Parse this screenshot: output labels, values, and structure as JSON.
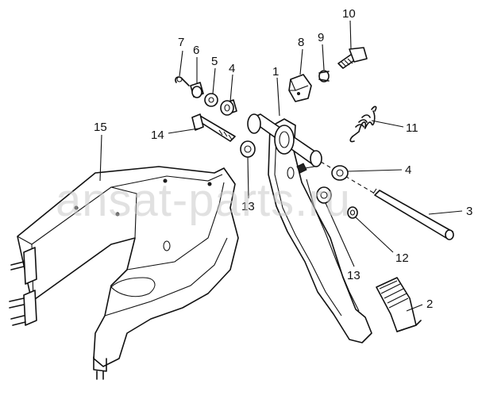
{
  "watermark": "ansat-parts.ru",
  "callouts": [
    "1",
    "2",
    "3",
    "4",
    "4",
    "5",
    "6",
    "7",
    "8",
    "9",
    "10",
    "11",
    "12",
    "13",
    "13",
    "14",
    "15"
  ]
}
